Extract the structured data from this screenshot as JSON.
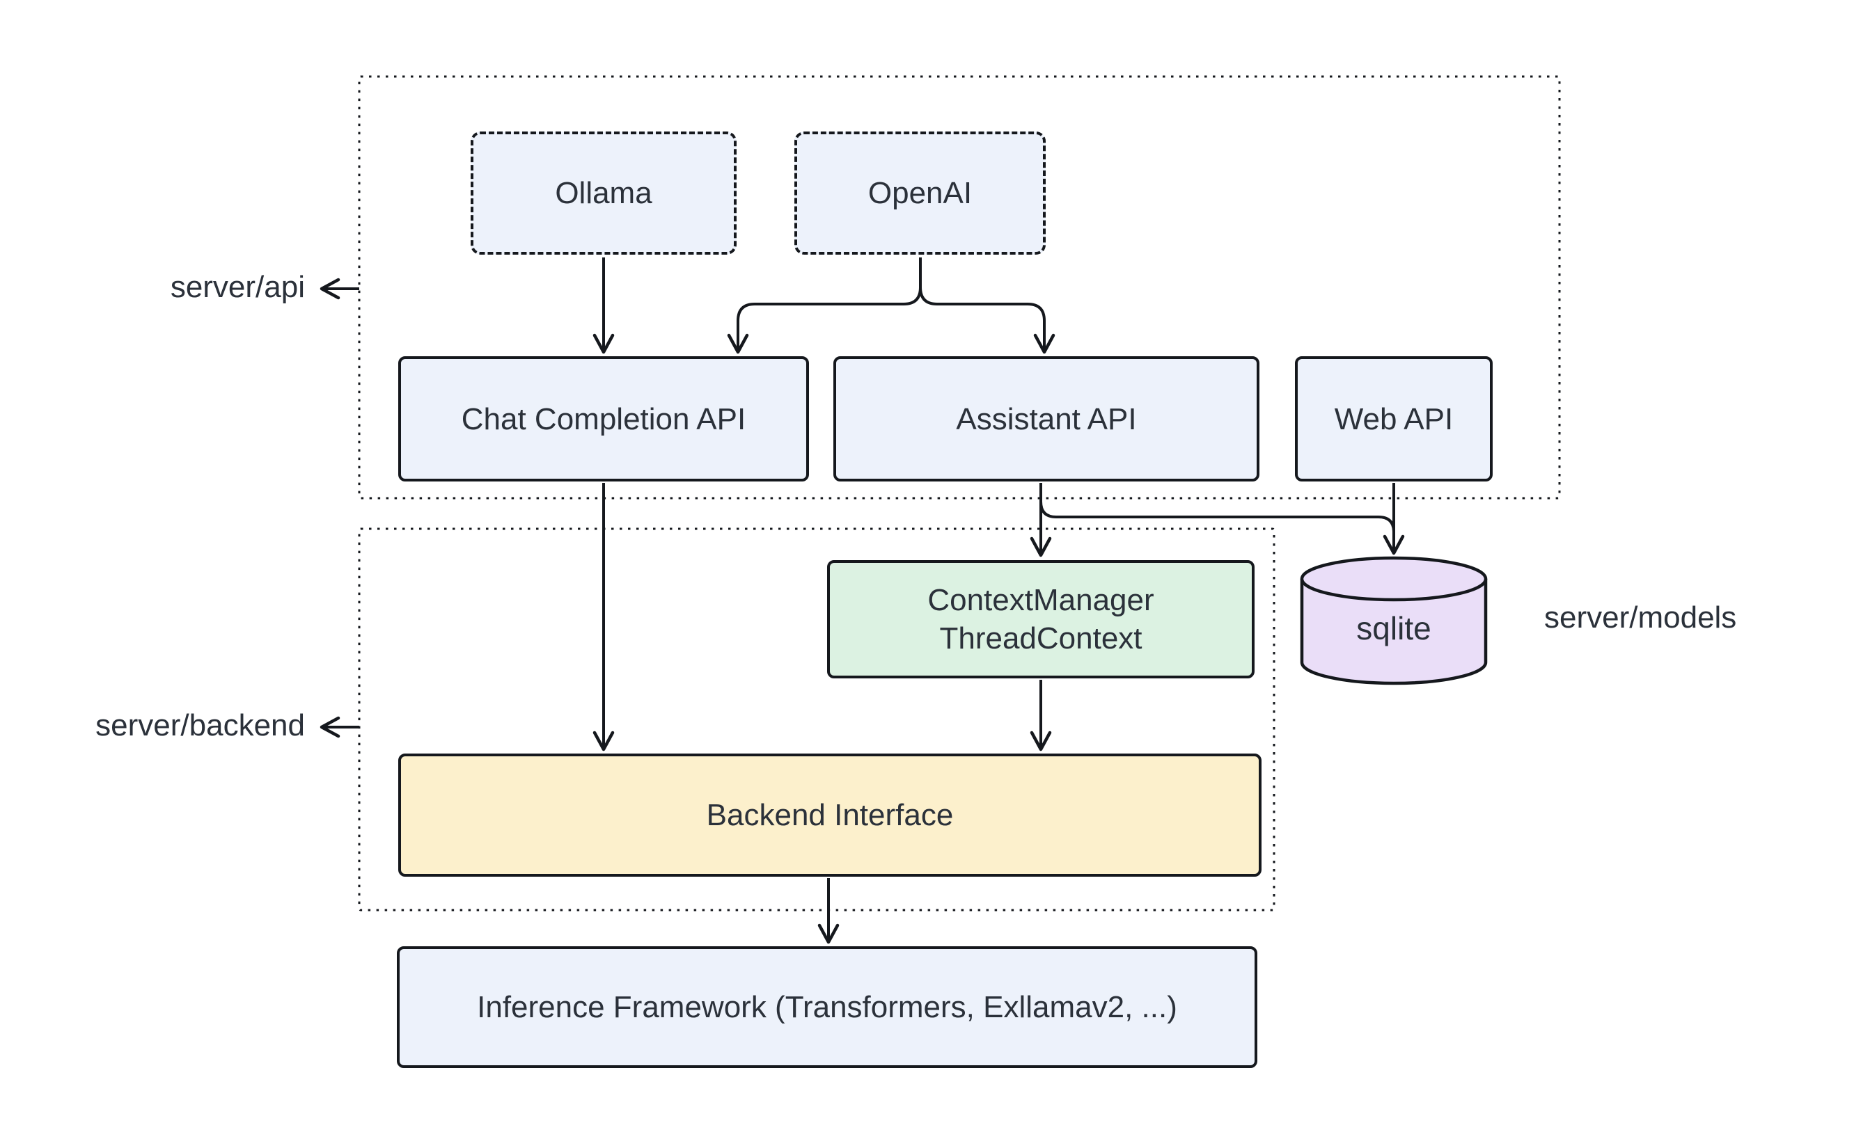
{
  "diagram": {
    "labels": {
      "server_api": "server/api",
      "server_backend": "server/backend",
      "server_models": "server/models"
    },
    "nodes": {
      "ollama": {
        "label": "Ollama"
      },
      "openai": {
        "label": "OpenAI"
      },
      "chat_completion_api": {
        "label": "Chat Completion API"
      },
      "assistant_api": {
        "label": "Assistant API"
      },
      "web_api": {
        "label": "Web API"
      },
      "context_manager": {
        "line1": "ContextManager",
        "line2": "ThreadContext"
      },
      "backend_interface": {
        "label": "Backend Interface"
      },
      "sqlite": {
        "label": "sqlite"
      },
      "inference_framework": {
        "label": "Inference Framework (Transformers, Exllamav2, ...)"
      }
    },
    "groups": [
      {
        "id": "server-api",
        "label": "server/api",
        "contains": [
          "ollama",
          "openai",
          "chat_completion_api",
          "assistant_api",
          "web_api"
        ]
      },
      {
        "id": "server-backend",
        "label": "server/backend",
        "contains": [
          "context_manager",
          "backend_interface"
        ]
      },
      {
        "id": "server-models",
        "label": "server/models",
        "contains": [
          "sqlite"
        ]
      }
    ],
    "edges": [
      {
        "from": "ollama",
        "to": "chat_completion_api"
      },
      {
        "from": "openai",
        "to": "chat_completion_api"
      },
      {
        "from": "openai",
        "to": "assistant_api"
      },
      {
        "from": "chat_completion_api",
        "to": "backend_interface"
      },
      {
        "from": "assistant_api",
        "to": "context_manager"
      },
      {
        "from": "assistant_api",
        "to": "sqlite"
      },
      {
        "from": "web_api",
        "to": "sqlite"
      },
      {
        "from": "context_manager",
        "to": "backend_interface"
      },
      {
        "from": "backend_interface",
        "to": "inference_framework"
      }
    ],
    "colors": {
      "node_fill_blue": "#edf2fb",
      "node_fill_green": "#dcf2e2",
      "node_fill_yellow": "#fcf0cc",
      "node_fill_purple": "#eadef8",
      "stroke": "#15181d",
      "text": "#2b313a"
    }
  }
}
